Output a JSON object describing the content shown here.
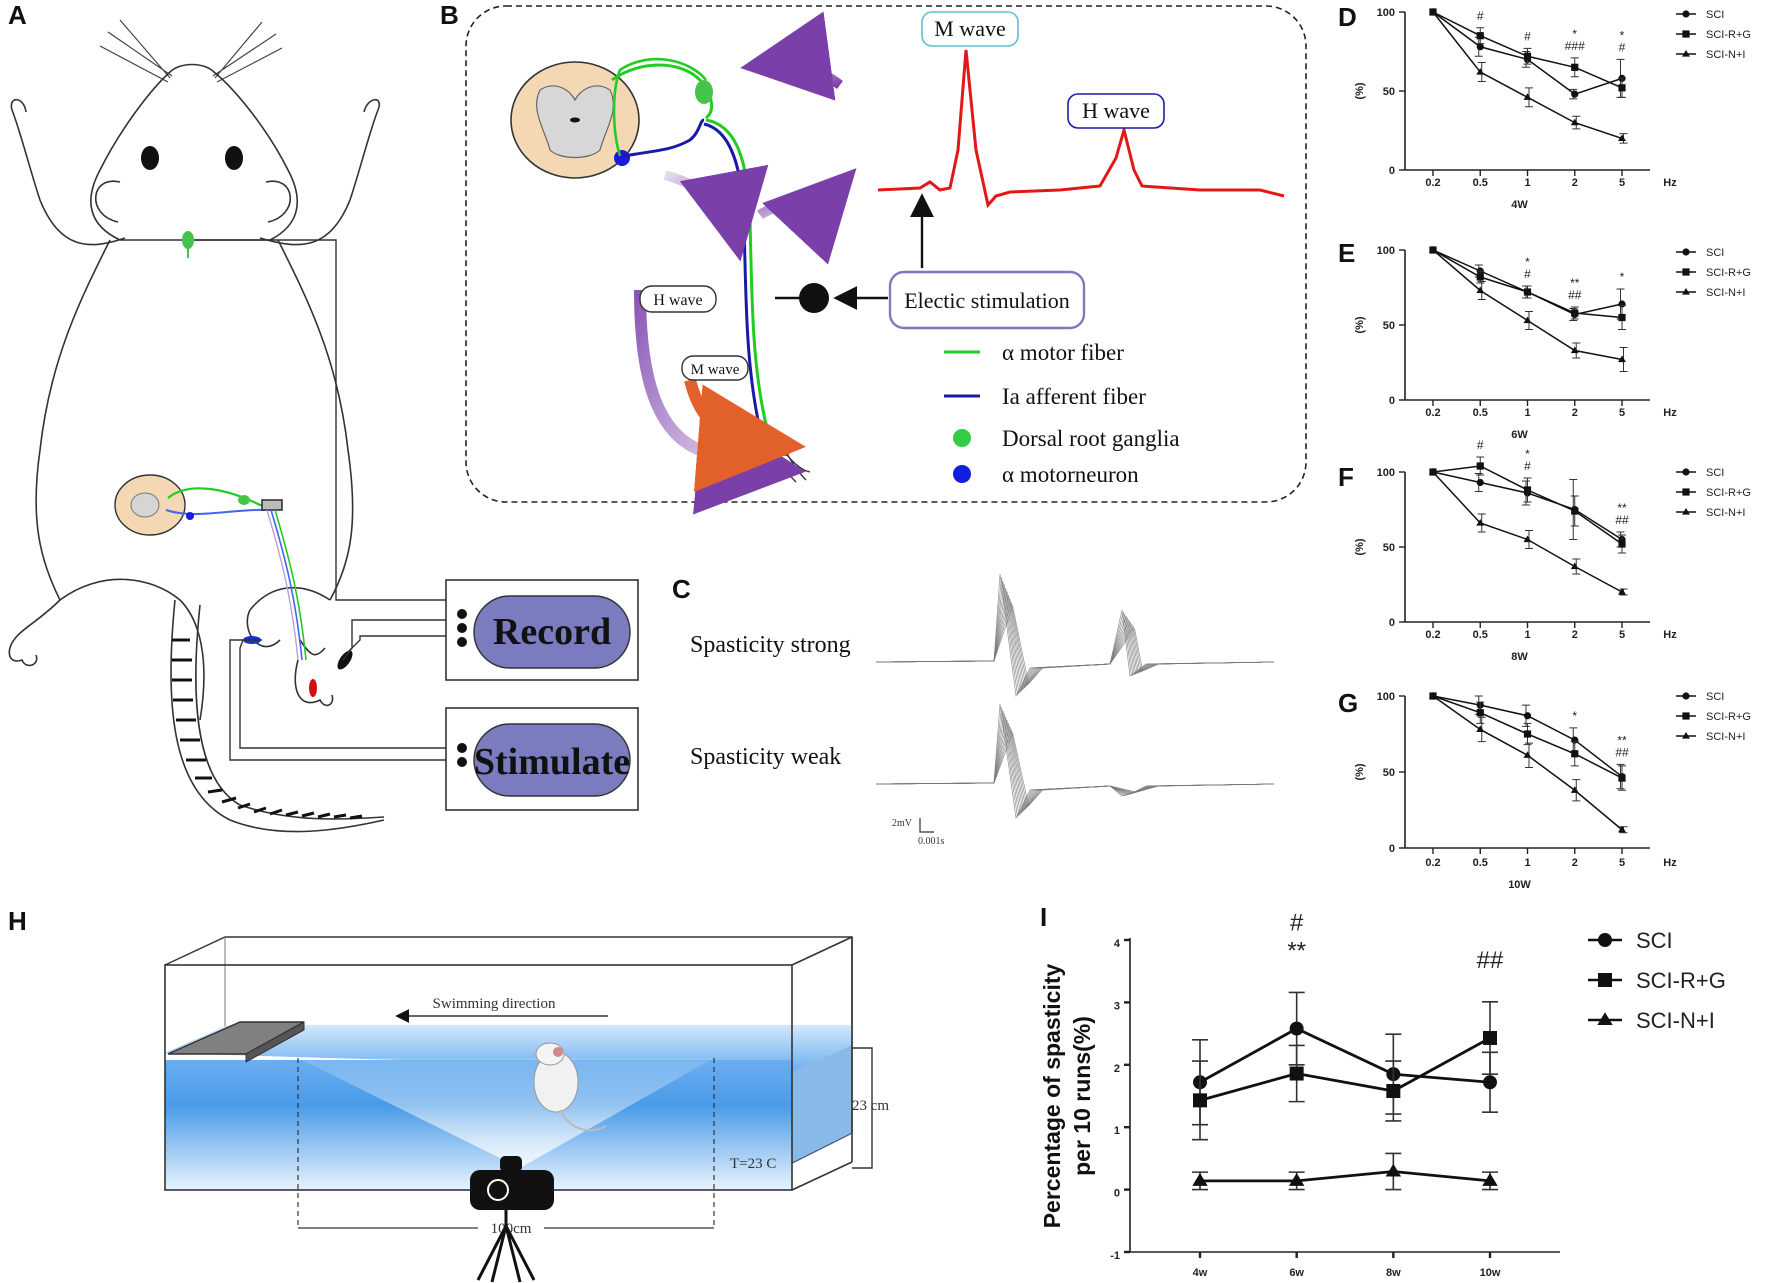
{
  "panels": {
    "A": "A",
    "B": "B",
    "C": "C",
    "D": "D",
    "E": "E",
    "F": "F",
    "G": "G",
    "H": "H",
    "I": "I"
  },
  "panelA": {
    "record_label": "Record",
    "stimulate_label": "Stimulate"
  },
  "panelB": {
    "m_wave_title": "M wave",
    "h_wave_title": "H wave",
    "h_wave_tag": "H wave",
    "m_wave_tag": "M wave",
    "stimulation_label": "Electic stimulation",
    "legend": [
      {
        "label": "α  motor fiber",
        "color": "#22cc22",
        "kind": "line"
      },
      {
        "label": "Ia  afferent  fiber",
        "color": "#1a1aa8",
        "kind": "line"
      },
      {
        "label": "Dorsal root ganglia",
        "color": "#33cc44",
        "kind": "dot"
      },
      {
        "label": "α  motorneuron",
        "color": "#1020dd",
        "kind": "dot"
      }
    ]
  },
  "panelC": {
    "strong_label": "Spasticity strong",
    "weak_label": "Spasticity weak",
    "scale_y": "2mV",
    "scale_x": "0.001s"
  },
  "panelH": {
    "direction_label": "Swimming direction",
    "height_label": "23 cm",
    "temp_label": "T=23 C",
    "length_label": "100cm"
  },
  "chart_data": [
    {
      "panel": "D",
      "type": "line",
      "categories": [
        "0.2",
        "0.5",
        "1",
        "2",
        "5"
      ],
      "xunit": "Hz",
      "xlabel": "4W",
      "ylabel": "(%)",
      "ylim": [
        0,
        100
      ],
      "yticks": [
        0,
        50,
        100
      ],
      "series": [
        {
          "name": "SCI",
          "marker": "circle",
          "values": [
            100,
            78,
            70,
            48,
            58
          ],
          "errors": [
            0,
            6,
            5,
            3,
            12
          ]
        },
        {
          "name": "SCI-R+G",
          "marker": "square",
          "values": [
            100,
            85,
            72,
            65,
            52
          ],
          "errors": [
            0,
            5,
            5,
            6,
            6
          ]
        },
        {
          "name": "SCI-N+I",
          "marker": "triangle",
          "values": [
            100,
            62,
            46,
            30,
            20
          ],
          "errors": [
            0,
            6,
            6,
            4,
            3
          ]
        }
      ],
      "annotations": [
        {
          "x": "0.5",
          "lines": [
            "#"
          ]
        },
        {
          "x": "1",
          "lines": [
            "#"
          ]
        },
        {
          "x": "2",
          "lines": [
            "*",
            "###"
          ]
        },
        {
          "x": "5",
          "lines": [
            "*",
            "#"
          ]
        }
      ]
    },
    {
      "panel": "E",
      "type": "line",
      "categories": [
        "0.2",
        "0.5",
        "1",
        "2",
        "5"
      ],
      "xunit": "Hz",
      "xlabel": "6W",
      "ylabel": "(%)",
      "ylim": [
        0,
        100
      ],
      "yticks": [
        0,
        50,
        100
      ],
      "series": [
        {
          "name": "SCI",
          "marker": "circle",
          "values": [
            100,
            86,
            72,
            57,
            64
          ],
          "errors": [
            0,
            4,
            4,
            4,
            10
          ]
        },
        {
          "name": "SCI-R+G",
          "marker": "square",
          "values": [
            100,
            82,
            72,
            58,
            55
          ],
          "errors": [
            0,
            4,
            4,
            4,
            8
          ]
        },
        {
          "name": "SCI-N+I",
          "marker": "triangle",
          "values": [
            100,
            73,
            53,
            33,
            27
          ],
          "errors": [
            0,
            6,
            6,
            5,
            8
          ]
        }
      ],
      "annotations": [
        {
          "x": "1",
          "lines": [
            "*",
            "#"
          ]
        },
        {
          "x": "2",
          "lines": [
            "**",
            "##"
          ]
        },
        {
          "x": "5",
          "lines": [
            "*"
          ]
        }
      ]
    },
    {
      "panel": "F",
      "type": "line",
      "categories": [
        "0.2",
        "0.5",
        "1",
        "2",
        "5"
      ],
      "xunit": "Hz",
      "xlabel": "8W",
      "ylabel": "(%)",
      "ylim": [
        0,
        100
      ],
      "yticks": [
        0,
        50,
        100
      ],
      "series": [
        {
          "name": "SCI",
          "marker": "circle",
          "values": [
            100,
            93,
            86,
            75,
            55
          ],
          "errors": [
            0,
            6,
            8,
            20,
            5
          ]
        },
        {
          "name": "SCI-R+G",
          "marker": "square",
          "values": [
            100,
            104,
            88,
            74,
            52
          ],
          "errors": [
            0,
            6,
            8,
            10,
            6
          ]
        },
        {
          "name": "SCI-N+I",
          "marker": "triangle",
          "values": [
            100,
            66,
            55,
            37,
            20
          ],
          "errors": [
            0,
            6,
            6,
            5,
            2
          ]
        }
      ],
      "annotations": [
        {
          "x": "0.5",
          "lines": [
            "#"
          ]
        },
        {
          "x": "1",
          "lines": [
            "*",
            "#"
          ]
        },
        {
          "x": "5",
          "lines": [
            "**",
            "##"
          ]
        }
      ]
    },
    {
      "panel": "G",
      "type": "line",
      "categories": [
        "0.2",
        "0.5",
        "1",
        "2",
        "5"
      ],
      "xunit": "Hz",
      "xlabel": "10W",
      "ylabel": "(%)",
      "ylim": [
        0,
        100
      ],
      "yticks": [
        0,
        50,
        100
      ],
      "series": [
        {
          "name": "SCI",
          "marker": "circle",
          "values": [
            100,
            94,
            87,
            71,
            47
          ],
          "errors": [
            0,
            6,
            7,
            8,
            8
          ]
        },
        {
          "name": "SCI-R+G",
          "marker": "square",
          "values": [
            100,
            89,
            75,
            62,
            46
          ],
          "errors": [
            0,
            7,
            7,
            8,
            8
          ]
        },
        {
          "name": "SCI-N+I",
          "marker": "triangle",
          "values": [
            100,
            78,
            61,
            38,
            12
          ],
          "errors": [
            0,
            8,
            8,
            7,
            2
          ]
        }
      ],
      "annotations": [
        {
          "x": "2",
          "lines": [
            "*"
          ]
        },
        {
          "x": "5",
          "lines": [
            "**",
            "##"
          ]
        }
      ]
    },
    {
      "panel": "I",
      "type": "line",
      "categories": [
        "4w",
        "6w",
        "8w",
        "10w"
      ],
      "xlabel": "",
      "ylabel": "Percentage of spasticity per 10 runs(%)",
      "ylim": [
        -1,
        4
      ],
      "yticks": [
        -1,
        0,
        1,
        2,
        3,
        4
      ],
      "series": [
        {
          "name": "SCI",
          "marker": "circle",
          "values": [
            1.72,
            2.58,
            1.85,
            1.72
          ],
          "errors": [
            0.68,
            0.58,
            0.64,
            0.48
          ]
        },
        {
          "name": "SCI-R+G",
          "marker": "square",
          "values": [
            1.43,
            1.86,
            1.58,
            2.43
          ],
          "errors": [
            0.63,
            0.45,
            0.48,
            0.58
          ]
        },
        {
          "name": "SCI-N+I",
          "marker": "triangle",
          "values": [
            0.14,
            0.14,
            0.29,
            0.14
          ],
          "errors": [
            0.14,
            0.14,
            0.29,
            0.14
          ]
        }
      ],
      "annotations": [
        {
          "x": "6w",
          "lines": [
            "#",
            "**"
          ]
        },
        {
          "x": "10w",
          "lines": [
            "##"
          ]
        }
      ]
    }
  ]
}
